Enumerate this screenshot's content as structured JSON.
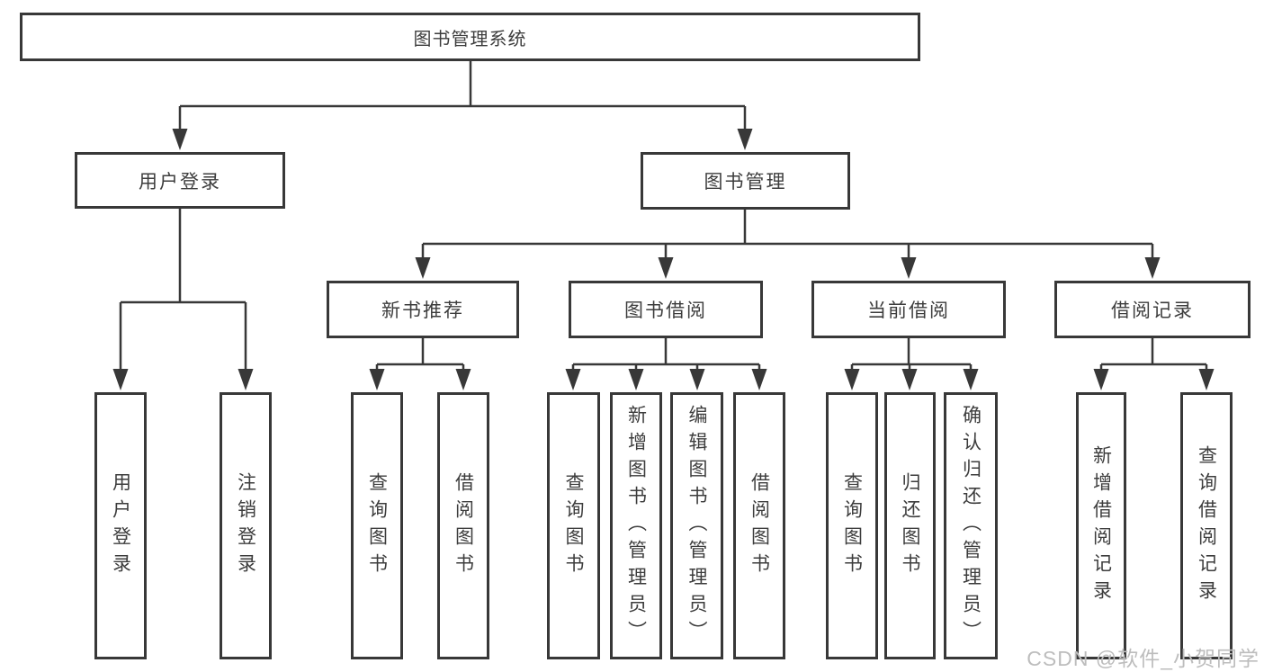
{
  "tree": {
    "label": "图书管理系统",
    "children": [
      {
        "label": "用户登录",
        "children": [
          {
            "label": "用户登录"
          },
          {
            "label": "注销登录"
          }
        ]
      },
      {
        "label": "图书管理",
        "children": [
          {
            "label": "新书推荐",
            "children": [
              {
                "label": "查询图书"
              },
              {
                "label": "借阅图书"
              }
            ]
          },
          {
            "label": "图书借阅",
            "children": [
              {
                "label": "查询图书"
              },
              {
                "label": "新增图书（管理员）"
              },
              {
                "label": "编辑图书（管理员）"
              },
              {
                "label": "借阅图书"
              }
            ]
          },
          {
            "label": "当前借阅",
            "children": [
              {
                "label": "查询图书"
              },
              {
                "label": "归还图书"
              },
              {
                "label": "确认归还（管理员）"
              }
            ]
          },
          {
            "label": "借阅记录",
            "children": [
              {
                "label": "新增借阅记录"
              },
              {
                "label": "查询借阅记录"
              }
            ]
          }
        ]
      }
    ]
  },
  "watermark": {
    "text": "CSDN @软件_小贺同学"
  },
  "colors": {
    "line": "#383838",
    "box_border": "#383838",
    "text": "#3d3d3d",
    "watermark": "#bdbdbd",
    "background": "#ffffff"
  }
}
